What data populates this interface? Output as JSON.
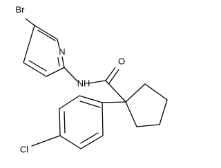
{
  "structure": {
    "atoms": {
      "br": "Br",
      "n_pyridine": "N",
      "o": "O",
      "nh": "NH",
      "cl": "Cl"
    }
  },
  "colors": {
    "bond": "#000000",
    "label": "#000000",
    "background": "#ffffff"
  }
}
